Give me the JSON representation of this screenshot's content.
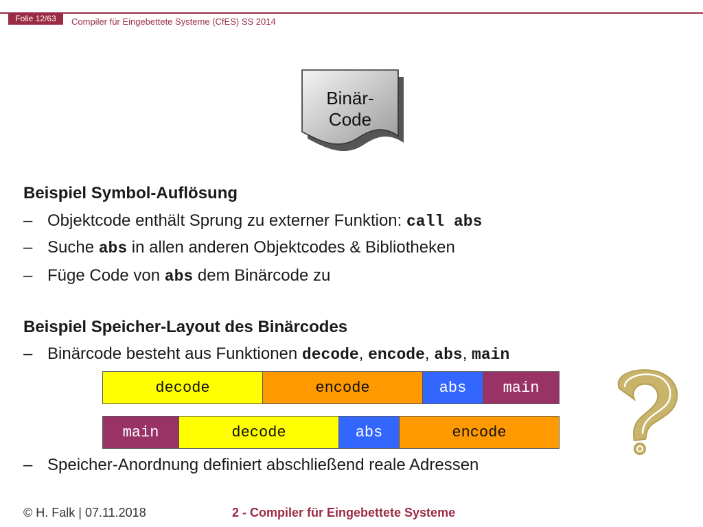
{
  "header": {
    "slide_number": "Folie 12/63",
    "course_title": "Compiler für Eingebettete Systeme (CfES) SS 2014"
  },
  "doc_icon": {
    "line1": "Binär-",
    "line2": "Code"
  },
  "section1": {
    "heading": "Beispiel Symbol-Auflösung",
    "bullets": [
      {
        "dash": "–",
        "text": "Objektcode enthält Sprung zu externer Funktion: ",
        "code": "call abs"
      },
      {
        "dash": "–",
        "pre": "Suche ",
        "code": "abs",
        "post": " in allen anderen Objektcodes & Bibliotheken"
      },
      {
        "dash": "–",
        "pre": "Füge Code von ",
        "code": "abs",
        "post": " dem Binärcode zu"
      }
    ]
  },
  "section2": {
    "heading": "Beispiel Speicher-Layout des Binärcodes",
    "bullet_prefix": "Binärcode besteht aus Funktionen ",
    "functions": [
      "decode",
      "encode",
      "abs",
      "main"
    ],
    "sep": ", ",
    "dash": "–",
    "final_bullet": "Speicher-Anordnung definiert abschließend reale Adressen"
  },
  "memory_layouts": [
    [
      {
        "label": "decode",
        "color": "#ffff00",
        "text_color": "#111111",
        "size": 1
      },
      {
        "label": "encode",
        "color": "#ff9900",
        "text_color": "#111111",
        "size": 1
      },
      {
        "label": "abs",
        "color": "#3366ff",
        "text_color": "#ffffff",
        "size": 0.38
      },
      {
        "label": "main",
        "color": "#993366",
        "text_color": "#ffffff",
        "size": 0.48
      }
    ],
    [
      {
        "label": "main",
        "color": "#993366",
        "text_color": "#ffffff",
        "size": 0.48
      },
      {
        "label": "decode",
        "color": "#ffff00",
        "text_color": "#111111",
        "size": 1
      },
      {
        "label": "abs",
        "color": "#3366ff",
        "text_color": "#ffffff",
        "size": 0.38
      },
      {
        "label": "encode",
        "color": "#ff9900",
        "text_color": "#111111",
        "size": 1
      }
    ]
  ],
  "footer": {
    "author_date": "© H. Falk | 07.11.2018",
    "chapter": "2 - Compiler für Eingebettete Systeme"
  },
  "colors": {
    "accent": "#9b2b45",
    "qmark": "#c8b46a"
  },
  "icons": {
    "question": "question-mark-icon",
    "document": "document-icon"
  }
}
